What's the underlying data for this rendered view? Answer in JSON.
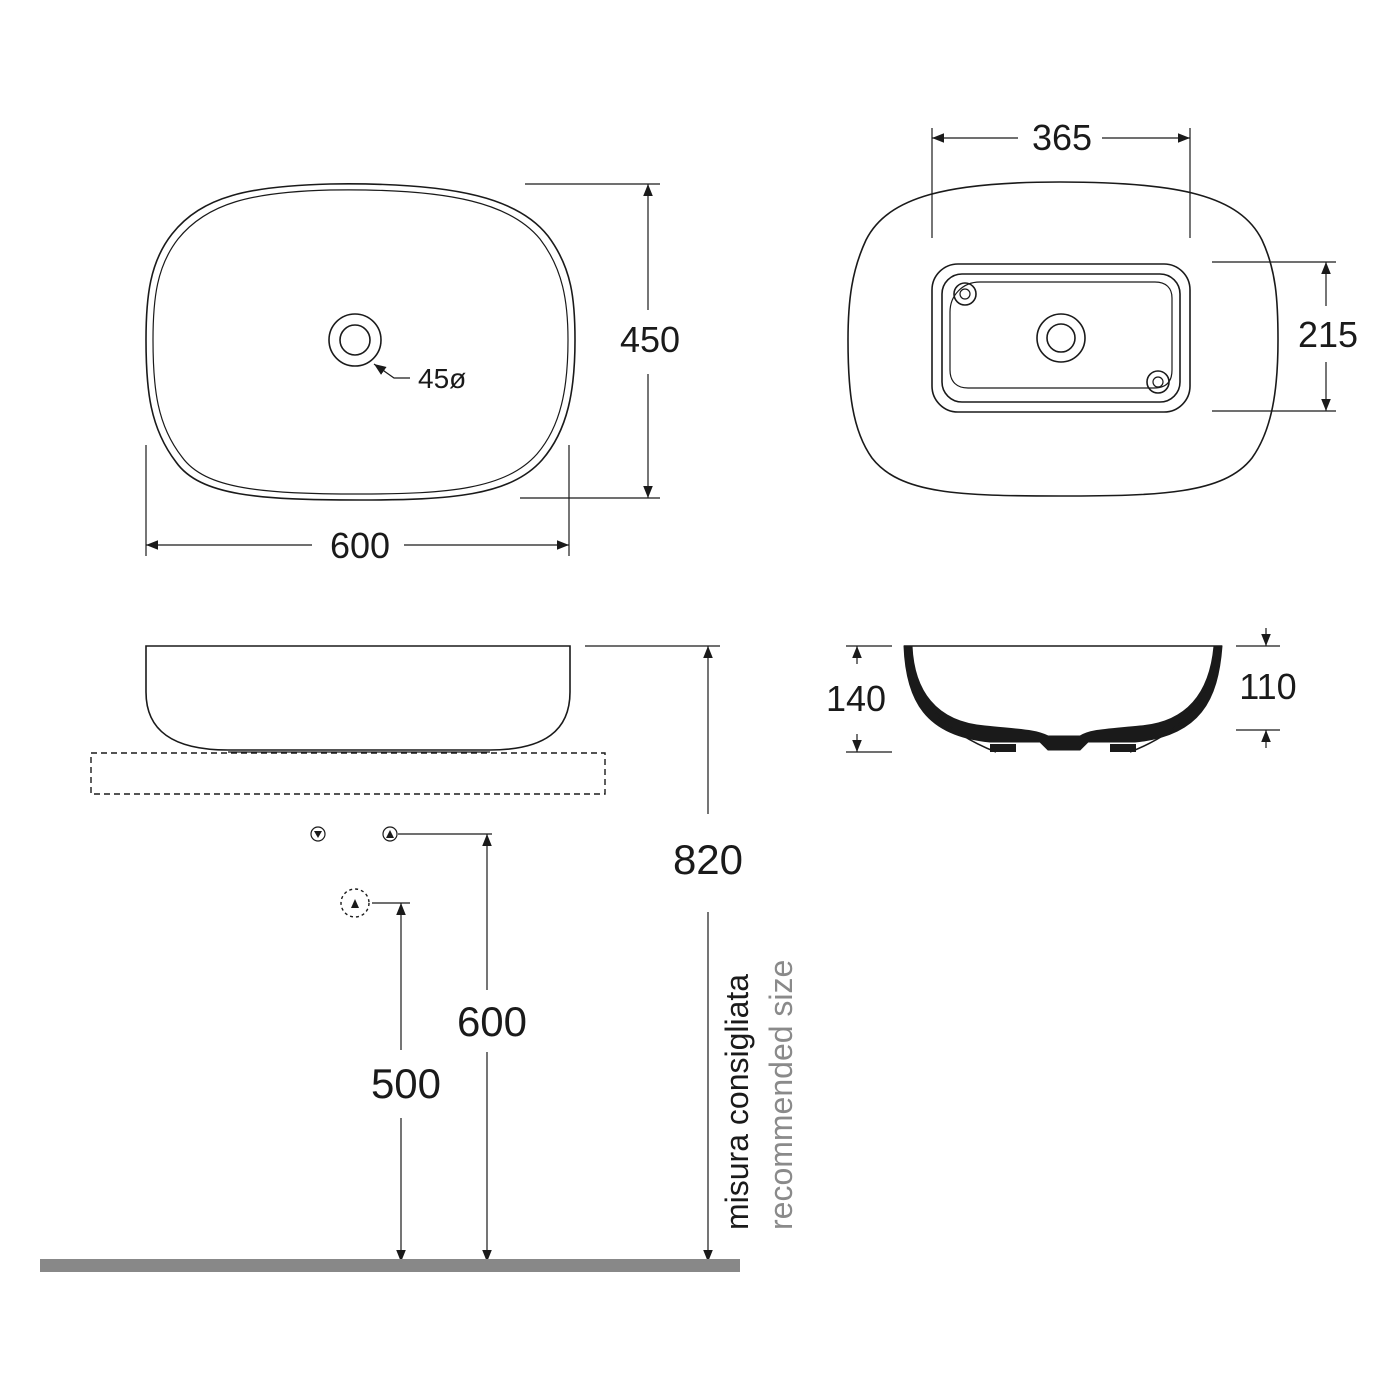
{
  "top_view": {
    "width_label": "600",
    "depth_label": "450",
    "hole_label": "45ø"
  },
  "bottom_view": {
    "width_label": "365",
    "depth_label": "215"
  },
  "front_view": {
    "height_label": "820",
    "note_it": "misura consigliata",
    "note_en": "recommended size",
    "supply_height_label": "600",
    "drain_height_label": "500"
  },
  "side_view": {
    "outer_height_label": "140",
    "inner_depth_label": "110"
  },
  "colors": {
    "line": "#1a1a1a",
    "floor": "#888888",
    "secondary_text": "#8a8a8a"
  }
}
